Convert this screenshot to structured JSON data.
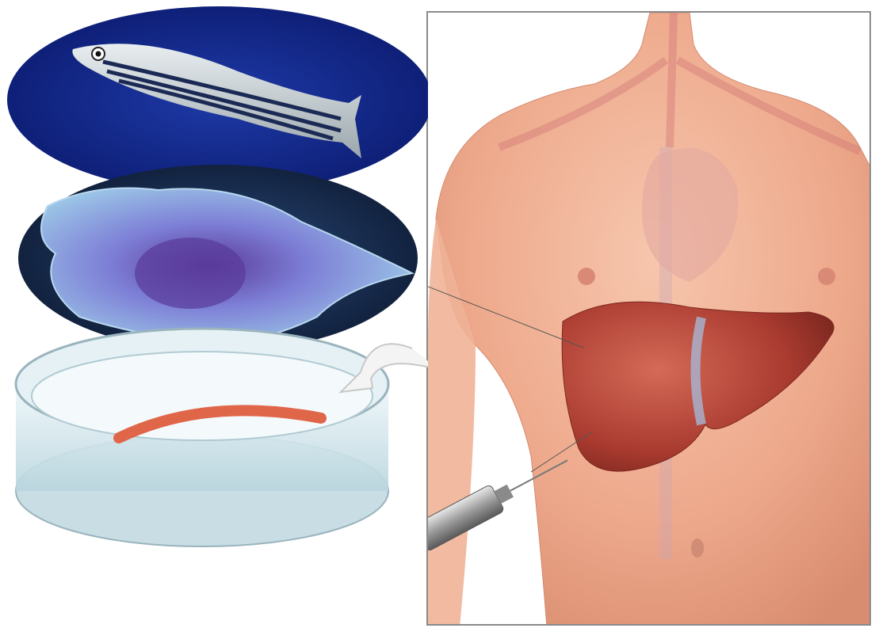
{
  "figure": {
    "panels": [
      {
        "id": "zebrafish",
        "icon": "zebrafish-icon"
      },
      {
        "id": "cell",
        "icon": "cell-icon"
      },
      {
        "id": "petri-dish",
        "icon": "petri-dish-icon"
      },
      {
        "id": "human-torso",
        "icon": "human-torso-icon"
      },
      {
        "id": "liver",
        "icon": "liver-icon"
      },
      {
        "id": "syringe",
        "icon": "syringe-icon"
      },
      {
        "id": "transfer-arrow",
        "icon": "curved-arrow-icon"
      }
    ],
    "colors": {
      "ocean_deep": "#0b1a6e",
      "ocean_mid": "#1e3aa8",
      "cell_blue": "#7fa6e8",
      "cell_nucleus": "#5a3a9a",
      "skin": "#f2b49a",
      "liver": "#b8473a",
      "graft": "#e0664a",
      "dish": "#cfe6ee"
    }
  }
}
